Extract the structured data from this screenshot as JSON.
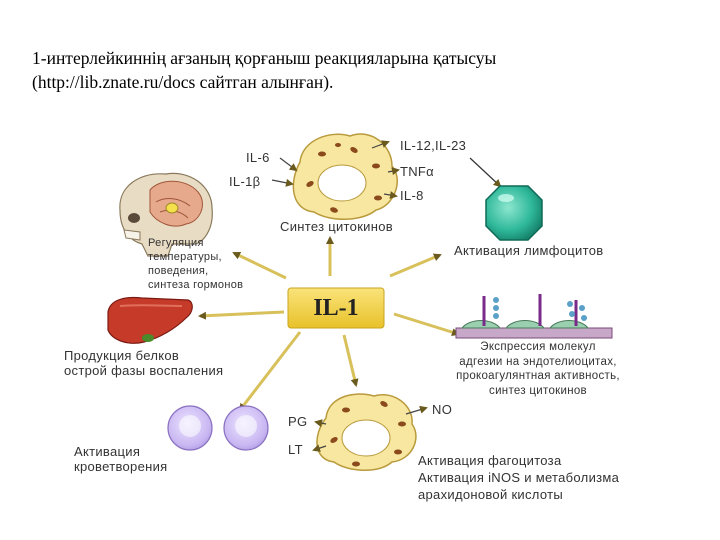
{
  "title": {
    "line1": "1-интерлейкиннің ағзаның қорғаныш реакцияларына қатысуы",
    "line2": "(http://lib.znate.ru/docs сайтган алынған)."
  },
  "center": {
    "label": "IL-1"
  },
  "top_cell": {
    "left_labels": [
      "IL-6",
      "IL-1β"
    ],
    "right_labels": [
      "IL-12,IL-23",
      "TNFα",
      "IL-8"
    ],
    "caption": "Синтез цитокинов"
  },
  "brain": {
    "caption": [
      "Регуляция",
      "температуры,",
      "поведения,",
      "синтеза гормонов"
    ]
  },
  "lymphocyte": {
    "caption": "Активация лимфоцитов"
  },
  "liver": {
    "caption": [
      "Продукция белков",
      "острой фазы воспаления"
    ]
  },
  "endothelium": {
    "caption": [
      "Экспрессия молекул",
      "адгезии на эндотелиоцитах,",
      "прокоагулянтная активность,",
      "синтез цитокинов"
    ]
  },
  "bone_marrow": {
    "caption": [
      "Активация",
      "кроветворения"
    ]
  },
  "macrophage": {
    "left_labels": [
      "PG",
      "LT"
    ],
    "right_label": "NO",
    "caption": [
      "Активация фагоцитоза",
      "Активация iNOS и метаболизма",
      "арахидоновой кислоты"
    ]
  },
  "colors": {
    "cell_fill": "#f7e7a0",
    "nucleus": "#ffffff",
    "granule": "#8b4a1c",
    "arrow": "#d8c05a",
    "il1_box": "#f2d23e",
    "lymphocyte": "#2fb89a",
    "liver": "#c63a2a",
    "blood_cell": "#c9b7f2"
  }
}
